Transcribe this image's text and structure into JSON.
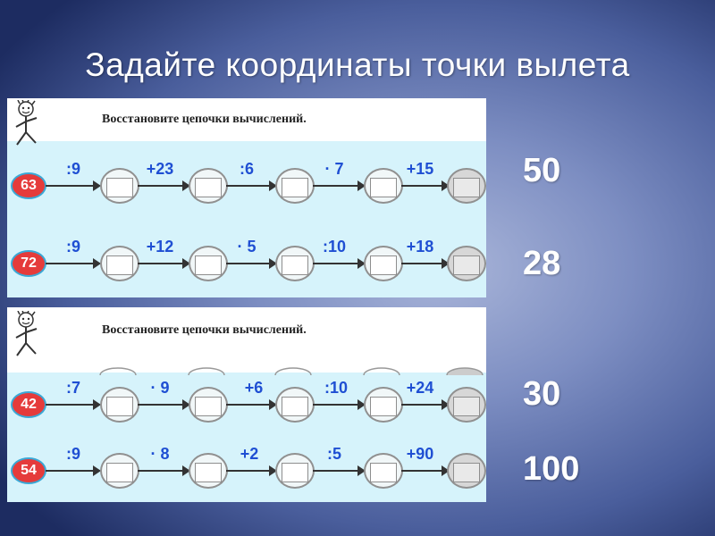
{
  "title": "Задайте координаты точки вылета",
  "panels": [
    {
      "header": "Восстановите цепочки вычислений.",
      "rows": [
        {
          "start": "63",
          "ops": [
            ":9",
            "+23",
            ":6",
            "· 7",
            "+15"
          ]
        },
        {
          "start": "72",
          "ops": [
            ":9",
            "+12",
            "· 5",
            ":10",
            "+18"
          ]
        }
      ]
    },
    {
      "header": "Восстановите цепочки вычислений.",
      "rows": [
        {
          "start": "42",
          "ops": [
            ":7",
            "· 9",
            "+6",
            ":10",
            "+24"
          ]
        },
        {
          "start": "54",
          "ops": [
            ":9",
            "· 8",
            "+2",
            ":5",
            "+90"
          ]
        }
      ]
    }
  ],
  "answers": [
    "50",
    "28",
    "30",
    "100"
  ],
  "colors": {
    "start_fill": "#e53b3b",
    "operation_text": "#1f4fd3",
    "band": "#d6f3fb"
  }
}
